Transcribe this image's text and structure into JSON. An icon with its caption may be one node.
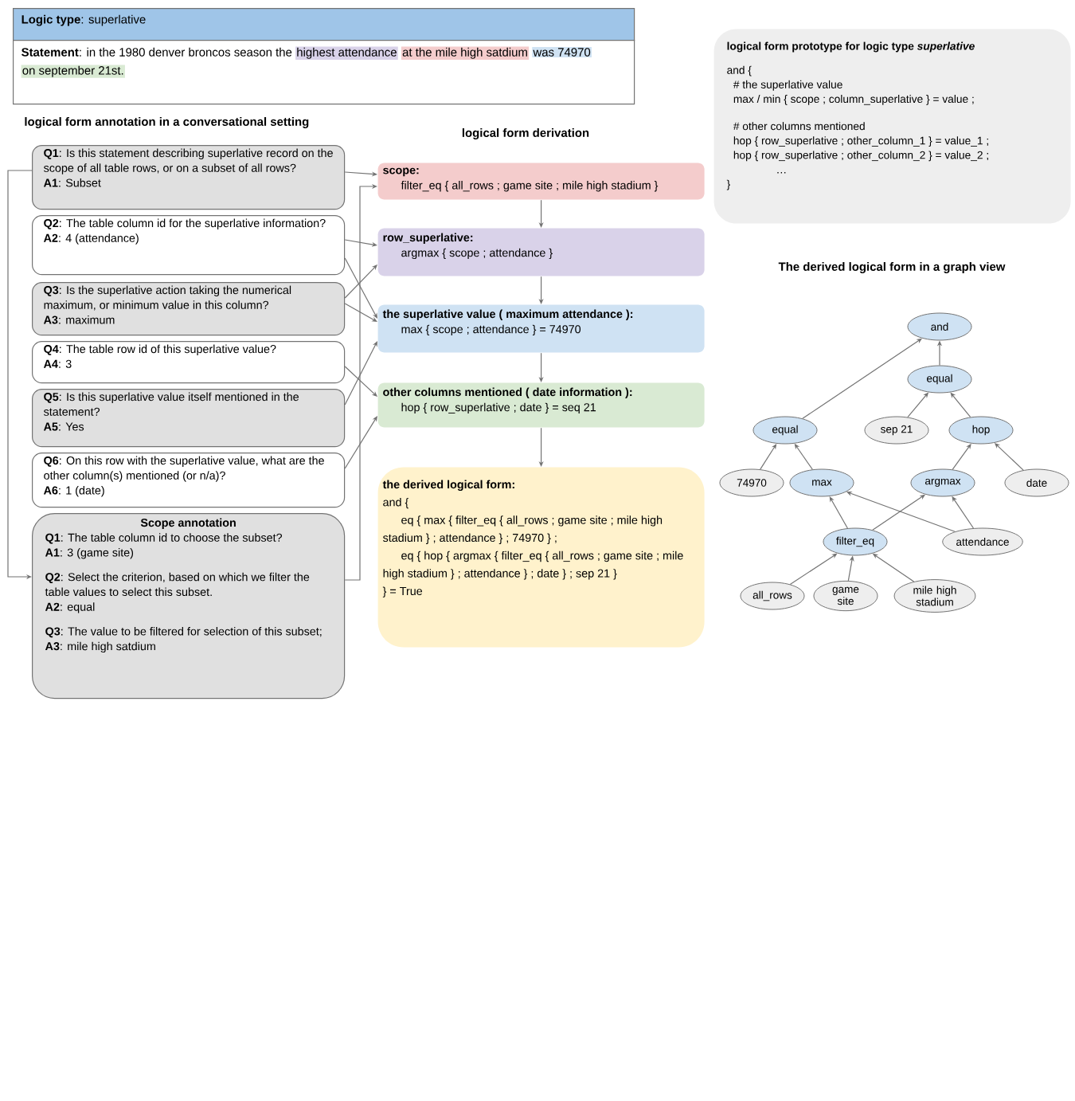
{
  "diagram": {
    "nodes": [
      {
        "text": [
          "**Logic type**: superlative"
        ]
      },
      {
        "text": [
          "**Statement**: in the 1980 denver broncos season the",
          "highest attendance",
          "at the mile high satdium",
          "was 74970",
          "on september 21st."
        ]
      },
      {
        "text": [
          "**Q1**: Is this statement describing superlative record on the scope of all table rows, or on a subset of all rows?",
          "**A1**: Subset"
        ]
      },
      {
        "text": [
          "**Q2**: The table column id for the superlative information?",
          "**A2**: 4 (attendance)"
        ]
      },
      {
        "text": [
          "**Q3**: Is the superlative action taking the numerical maximum, or minimum value in this column?",
          "**A3**: maximum"
        ]
      },
      {
        "text": [
          "**Q4**: The table row id of this superlative value?",
          "**A4**: 3"
        ]
      },
      {
        "text": [
          "**Q5**: Is this superlative value itself mentioned in the statement?",
          "**A5**: Yes"
        ]
      },
      {
        "text": [
          "**Q6**: On this row with the superlative value, what are the other column(s) mentioned (or n/a)?",
          "**A6**: 1 (date)"
        ]
      },
      {
        "text": [
          "Scope annotation",
          "**Q1**: The table column id to choose the subset?",
          "**A1**: 3 (game site)",
          "**Q2**: Select the criterion, based on which we filter the table values to select this subset.",
          "**A2**: equal",
          "**Q3**: The value to be filtered for selection of this subset;",
          "**A3**: mile high satdium"
        ]
      },
      {
        "text": [
          "scope:",
          "filter_eq { all_rows ; game site ; mile high stadium }"
        ]
      },
      {
        "text": [
          "row_superlative:",
          "argmax { scope ; attendance }"
        ]
      },
      {
        "text": [
          "the superlative value ( maximum attendance ):",
          "max { scope ; attendance } = 74970"
        ]
      },
      {
        "text": [
          "other columns mentioned ( date information ):",
          "hop { row_superlative ; date } = seq 21"
        ]
      },
      {
        "text": [
          "the derived logical form:",
          "and {",
          "eq { max { filter_eq { all_rows ; game site ; mile high stadium } ; attendance } ; 74970 } ;",
          "eq { hop { argmax { filter_eq { all_rows ; game site ; mile high stadium } ; attendance } ; date } ; sep 21 }",
          "} = True"
        ]
      },
      {
        "text": [
          "logical form prototype for logic type *superlative*",
          "and {",
          "# the superlative value",
          "max / min { scope ; column_superlative } = value ;",
          "# other columns mentioned",
          "hop { row_superlative ; other_column_1 } = value_1 ;",
          "hop { row_superlative ; other_column_2 } = value_2 ;",
          "…",
          "}"
        ]
      },
      {
        "text": [
          "and"
        ]
      },
      {
        "text": [
          "equal"
        ]
      },
      {
        "text": [
          "equal"
        ]
      },
      {
        "text": [
          "sep 21"
        ]
      },
      {
        "text": [
          "hop"
        ]
      },
      {
        "text": [
          "74970"
        ]
      },
      {
        "text": [
          "max"
        ]
      },
      {
        "text": [
          "argmax"
        ]
      },
      {
        "text": [
          "date"
        ]
      },
      {
        "text": [
          "filter_eq"
        ]
      },
      {
        "text": [
          "attendance"
        ]
      },
      {
        "text": [
          "all_rows"
        ]
      },
      {
        "text": [
          "game site"
        ]
      },
      {
        "text": [
          "mile high stadium"
        ]
      }
    ],
    "edges": [
      {
        "from": 2,
        "to": 9,
        "arrow": "to"
      },
      {
        "from": 2,
        "to": 8,
        "arrow": "to"
      },
      {
        "from": 8,
        "to": 9,
        "arrow": "to"
      },
      {
        "from": 3,
        "to": 10,
        "arrow": "to"
      },
      {
        "from": 3,
        "to": 11,
        "arrow": "to"
      },
      {
        "from": 4,
        "to": 10,
        "arrow": "to"
      },
      {
        "from": 4,
        "to": 11,
        "arrow": "to"
      },
      {
        "from": 5,
        "to": 12,
        "arrow": "to"
      },
      {
        "from": 6,
        "to": 11,
        "arrow": "to"
      },
      {
        "from": 7,
        "to": 12,
        "arrow": "to"
      },
      {
        "from": 9,
        "to": 10,
        "arrow": "to"
      },
      {
        "from": 10,
        "to": 11,
        "arrow": "to"
      },
      {
        "from": 11,
        "to": 12,
        "arrow": "to"
      },
      {
        "from": 12,
        "to": 13,
        "arrow": "to"
      },
      {
        "from": 16,
        "to": 15,
        "arrow": "to"
      },
      {
        "from": 17,
        "to": 15,
        "arrow": "to"
      },
      {
        "from": 18,
        "to": 16,
        "arrow": "to"
      },
      {
        "from": 19,
        "to": 16,
        "arrow": "to"
      },
      {
        "from": 20,
        "to": 17,
        "arrow": "to"
      },
      {
        "from": 21,
        "to": 17,
        "arrow": "to"
      },
      {
        "from": 22,
        "to": 19,
        "arrow": "to"
      },
      {
        "from": 23,
        "to": 19,
        "arrow": "to"
      },
      {
        "from": 24,
        "to": 21,
        "arrow": "to"
      },
      {
        "from": 25,
        "to": 21,
        "arrow": "to"
      },
      {
        "from": 24,
        "to": 22,
        "arrow": "to"
      },
      {
        "from": 25,
        "to": 22,
        "arrow": "to"
      },
      {
        "from": 26,
        "to": 24,
        "arrow": "to"
      },
      {
        "from": 27,
        "to": 24,
        "arrow": "to"
      },
      {
        "from": 28,
        "to": 24,
        "arrow": "to"
      }
    ],
    "labels": [
      "logical form annotation in a conversational setting",
      "logical form derivation",
      "The derived logical form in a graph view"
    ]
  }
}
